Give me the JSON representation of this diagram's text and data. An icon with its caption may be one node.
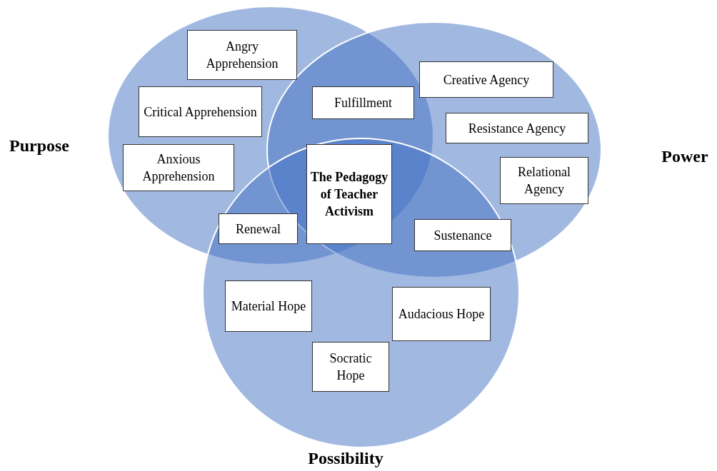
{
  "diagram": {
    "nodes": [
      {
        "text": [
          "Angry Apprehension"
        ]
      },
      {
        "text": [
          "Critical Apprehension"
        ]
      },
      {
        "text": [
          "Anxious Apprehension"
        ]
      },
      {
        "text": [
          "Fulfillment"
        ]
      },
      {
        "text": [
          "Creative Agency"
        ]
      },
      {
        "text": [
          "Resistance Agency"
        ]
      },
      {
        "text": [
          "Relational Agency"
        ]
      },
      {
        "text": [
          "The Pedagogy of Teacher Activism"
        ]
      },
      {
        "text": [
          "Renewal"
        ]
      },
      {
        "text": [
          "Sustenance"
        ]
      },
      {
        "text": [
          "Material Hope"
        ]
      },
      {
        "text": [
          "Audacious Hope"
        ]
      },
      {
        "text": [
          "Socratic Hope"
        ]
      }
    ],
    "labels": [
      "Purpose",
      "Power",
      "Possibility"
    ]
  }
}
